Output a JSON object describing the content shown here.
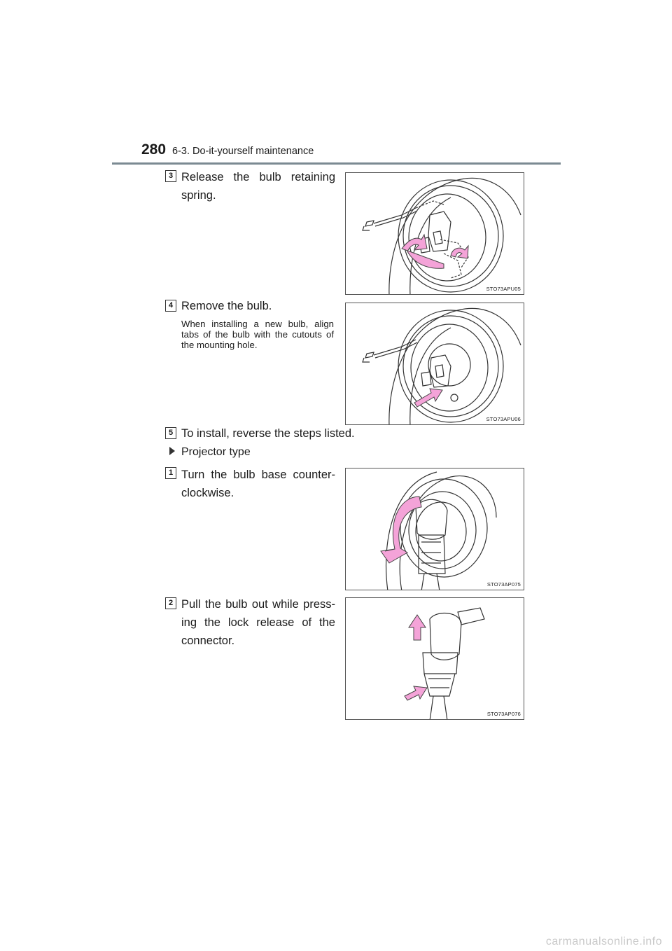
{
  "header": {
    "page_number": "280",
    "section_title": "6-3. Do-it-yourself maintenance"
  },
  "steps": [
    {
      "number": "3",
      "text": "Release the bulb retaining spring.",
      "figure_code": "STO73APU05"
    },
    {
      "number": "4",
      "text": "Remove the bulb.",
      "note": "When installing a new bulb, align tabs of the bulb with the cutouts of the mounting hole.",
      "figure_code": "STO73APU06"
    },
    {
      "number": "5",
      "text": "To install, reverse the steps listed."
    }
  ],
  "projector": {
    "heading": "Projector type",
    "steps": [
      {
        "number": "1",
        "text": "Turn the bulb base counter-clockwise.",
        "figure_code": "STO73AP075"
      },
      {
        "number": "2",
        "text": "Pull the bulb out while press-ing the lock release of the connector.",
        "figure_code": "STO73AP076"
      }
    ]
  },
  "colors": {
    "arrow": "#f4a3d8",
    "rule": "#7b8a92"
  },
  "watermark": "carmanualsonline.info"
}
